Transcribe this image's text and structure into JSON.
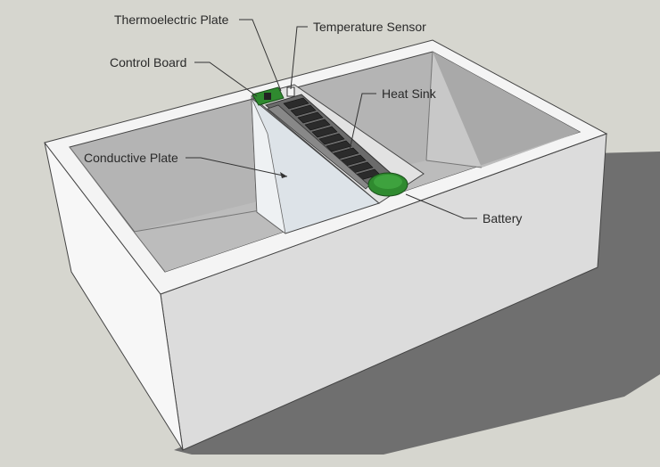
{
  "labels": {
    "thermoelectric_plate": "Thermoelectric Plate",
    "temperature_sensor": "Temperature Sensor",
    "control_board": "Control Board",
    "heat_sink": "Heat Sink",
    "conductive_plate": "Conductive Plate",
    "battery": "Battery"
  },
  "colors": {
    "background": "#d6d6cf",
    "box_exterior": "#f2f2f2",
    "box_interior": "#b4b4b4",
    "shadow": "#6f6f6f",
    "conductive_plate": "#dde3e8",
    "heat_sink": "#2b2b2b",
    "circuit_green": "#2f8a2f"
  }
}
